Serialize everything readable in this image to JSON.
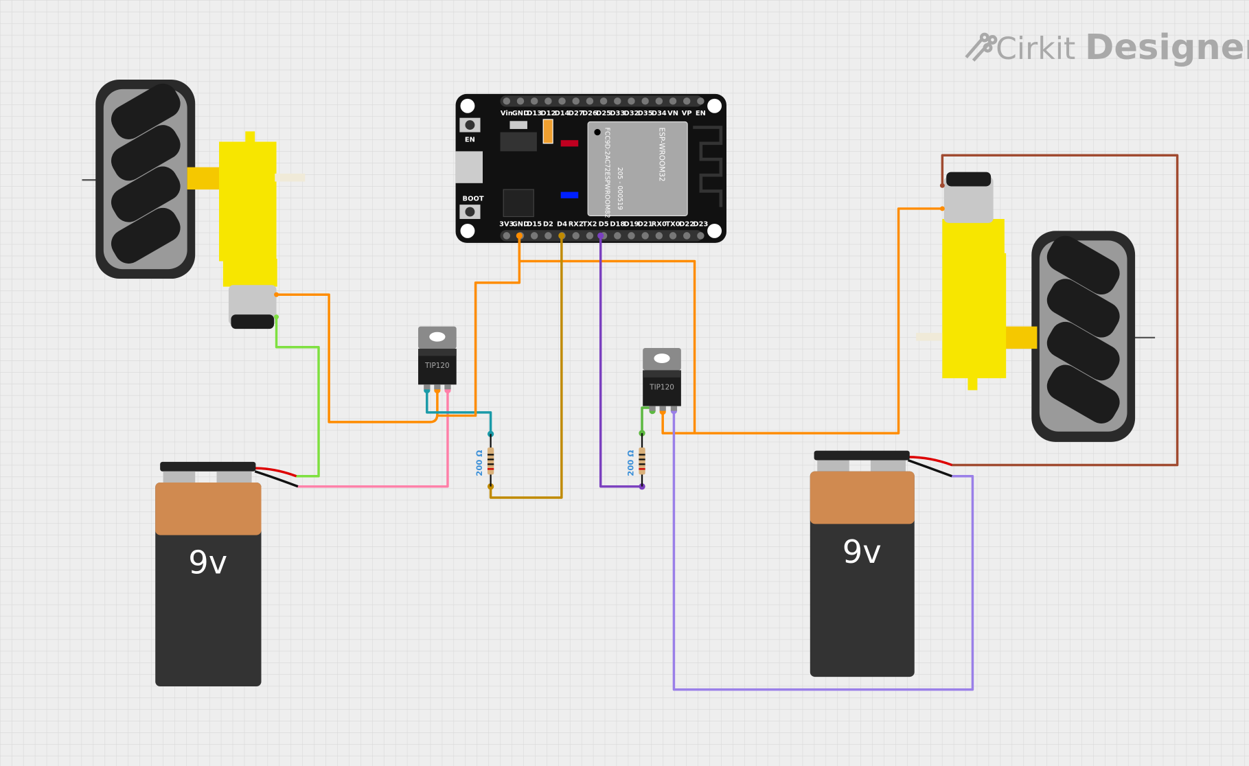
{
  "app": {
    "brand_prefix": "Cirkit",
    "brand_name": "Designer"
  },
  "esp32": {
    "buttons": {
      "en": "EN",
      "boot": "BOOT"
    },
    "top_pins": [
      "Vin",
      "GND",
      "D13",
      "D12",
      "D14",
      "D27",
      "D26",
      "D25",
      "D33",
      "D32",
      "D35",
      "D34",
      "VN",
      "VP",
      "EN"
    ],
    "bottom_pins": [
      "3V3",
      "GND",
      "D15",
      "D2",
      "D4",
      "RX2",
      "TX2",
      "D5",
      "D18",
      "D19",
      "D21",
      "RX0",
      "TX0",
      "D22",
      "D23"
    ],
    "module_text": "ESP-WROOM32",
    "module_fcc": "FCC9D:2AC72ESPWROOM82",
    "module_code": "205 - 000519"
  },
  "transistors": [
    {
      "label": "TIP120"
    },
    {
      "label": "TIP120"
    }
  ],
  "resistors": [
    {
      "label": "200 Ω"
    },
    {
      "label": "200 Ω"
    }
  ],
  "batteries": [
    {
      "label": "9v"
    },
    {
      "label": "9v"
    }
  ],
  "colors": {
    "background": "#eeeeee",
    "wire_orange": "#ff8c00",
    "wire_green": "#7ee040",
    "wire_pink": "#ff7fa8",
    "wire_teal": "#1a9aa8",
    "wire_gold": "#c08a00",
    "wire_purple": "#7a3fbf",
    "wire_green2": "#5cb840",
    "wire_lavender": "#9a7fe8",
    "wire_brown": "#a04a30"
  }
}
